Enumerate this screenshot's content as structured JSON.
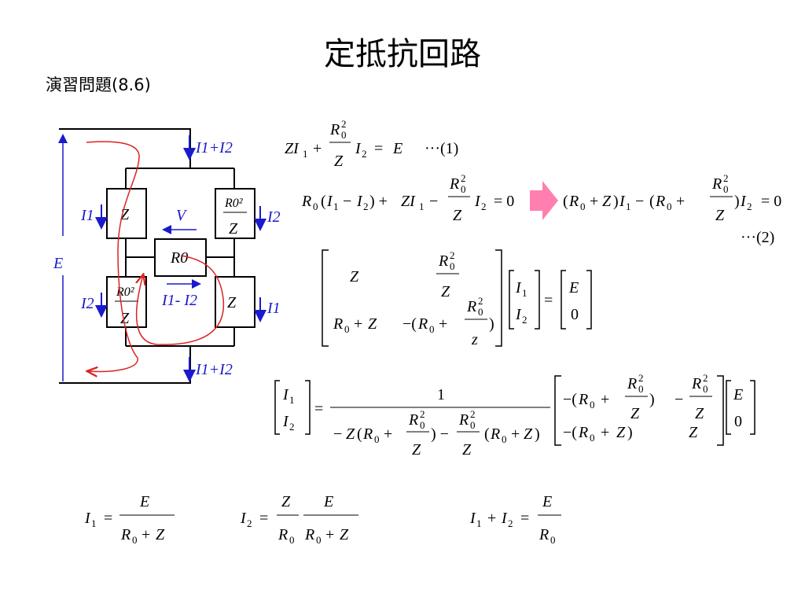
{
  "title": "定抵抗回路",
  "subtitle": "演習問題(8.6)",
  "circuit": {
    "source": "E",
    "top_current": "I1+I2",
    "bottom_current": "I1+I2",
    "left_top_current": "I1",
    "left_bottom_current": "I2",
    "right_top_current": "I2",
    "right_bottom_current": "I1",
    "voltage": "V",
    "bridge_current": "I1- I2",
    "impedance": "Z",
    "resistor_label": "R0",
    "resistor_fraction_num": "R0²",
    "resistor_fraction_den": "Z"
  },
  "equations": {
    "eq1_ref": "···(1)",
    "eq2_ref": "···(2)",
    "matrix_row2_den": "z"
  },
  "colors": {
    "current_arrows": "#1a1acc",
    "loop_path": "#dd2222",
    "implies_arrow": "#ff80b0"
  }
}
